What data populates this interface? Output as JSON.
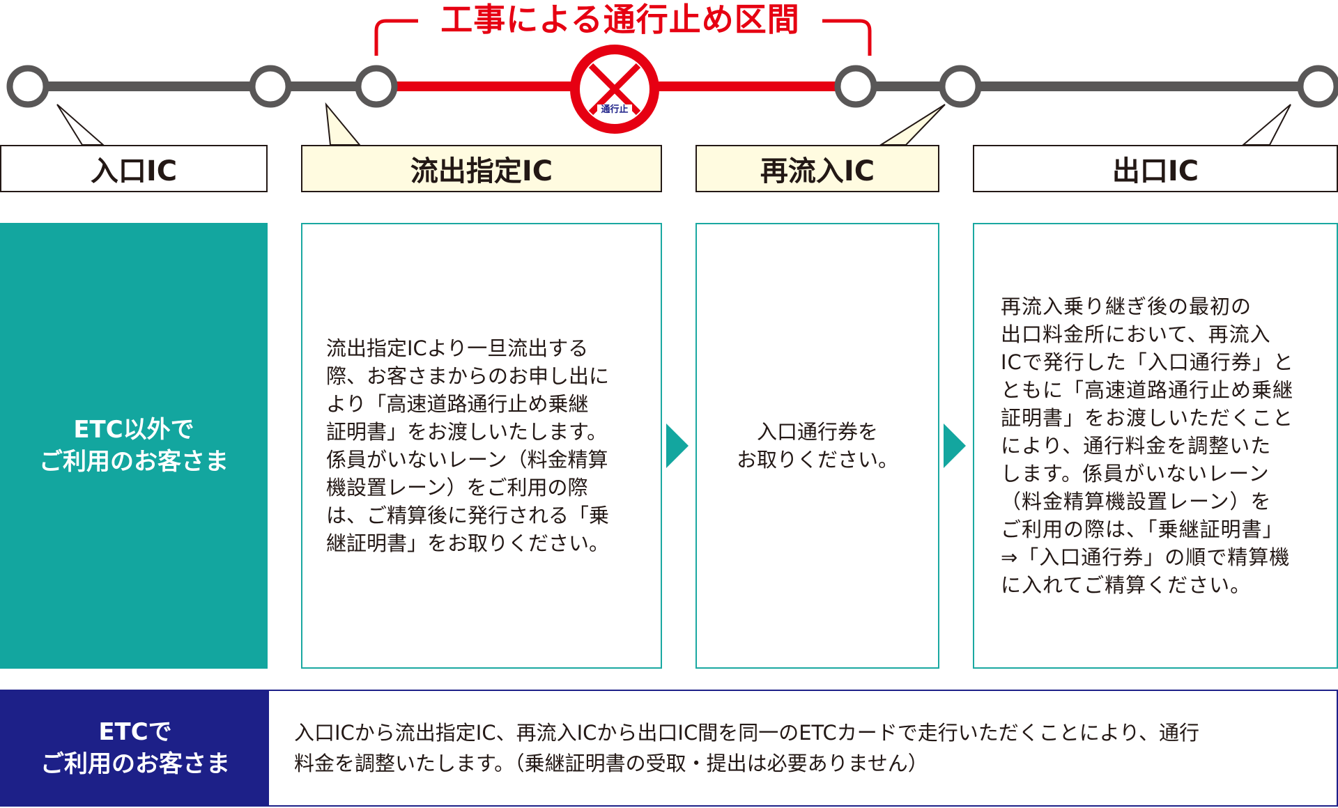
{
  "title": "工事による通行止め区間",
  "closure_sign_text": "通行止",
  "ic_labels": {
    "entrance": "入口IC",
    "designated_exit": "流出指定IC",
    "reentry": "再流入IC",
    "exit": "出口IC"
  },
  "non_etc": {
    "header": "ETC以外で\nご利用のお客さま",
    "designated_exit_text": "流出指定ICより一旦流出する\n際、お客さまからのお申し出に\nより「高速道路通行止め乗継\n証明書」をお渡しいたします。\n係員がいないレーン（料金精算\n機設置レーン）をご利用の際\nは、ご精算後に発行される「乗\n継証明書」をお取りください。",
    "reentry_text": "入口通行券を\nお取りください。",
    "exit_text": "再流入乗り継ぎ後の最初の\n出口料金所において、再流入\nICで発行した「入口通行券」と\nともに「高速道路通行止め乗継\n証明書」をお渡しいただくこと\nにより、通行料金を調整いた\nします。係員がいないレーン\n（料金精算機設置レーン）を\nご利用の際は、「乗継証明書」\n⇒「入口通行券」の順で精算機\nに入れてご精算ください。"
  },
  "etc": {
    "header": "ETCで\nご利用のお客さま",
    "text": "入口ICから流出指定IC、再流入ICから出口IC間を同一のETCカードで走行いただくことにより、通行\n料金を調整いたします。（乗継証明書の受取・提出は必要ありません）"
  },
  "colors": {
    "closure_red": "#e60012",
    "road_gray": "#595757",
    "teal": "#13a69f",
    "navy": "#1d2088",
    "cream": "#fffbe0"
  }
}
